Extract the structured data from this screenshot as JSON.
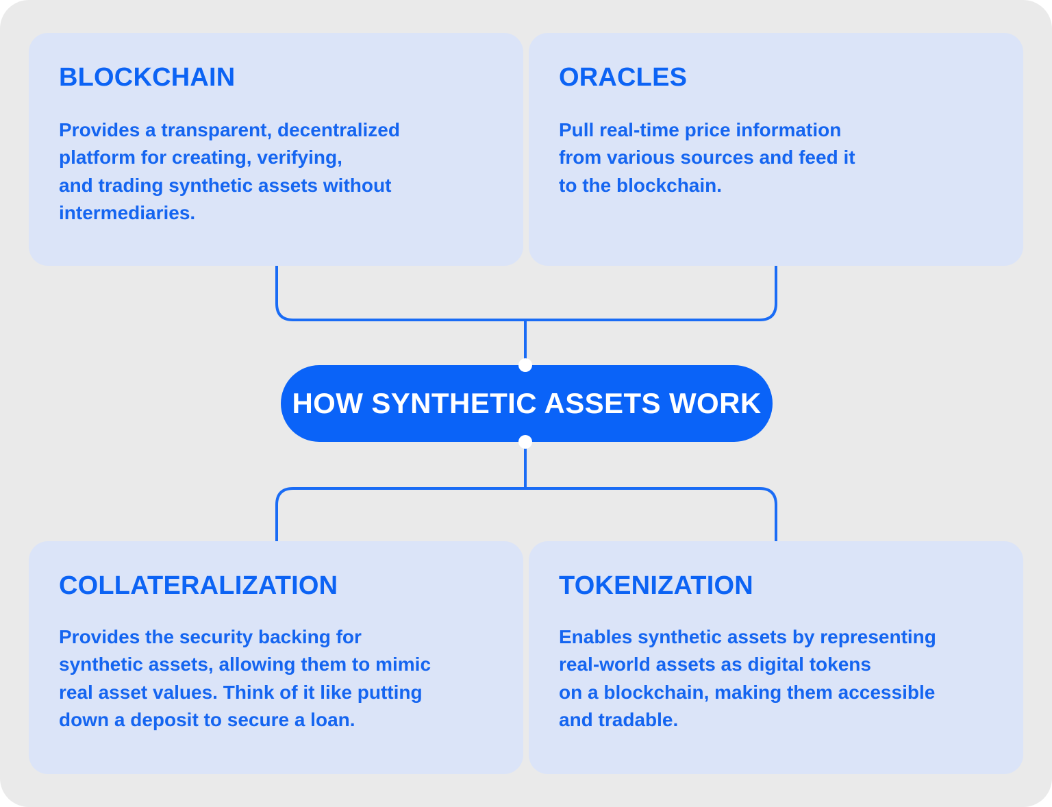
{
  "theme": {
    "page_background": "#eaeaea",
    "card_background": "#dbe4f8",
    "accent_blue": "#0a63f8",
    "title_blue": "#0c63f4",
    "body_blue": "#1565f0",
    "connector_blue": "#1a6cf5",
    "dot_fill": "#ffffff"
  },
  "center": {
    "label": "HOW SYNTHETIC ASSETS WORK"
  },
  "cards": {
    "blockchain": {
      "title": "BLOCKCHAIN",
      "body": "Provides a transparent, decentralized\nplatform for creating, verifying,\nand trading synthetic assets without\nintermediaries."
    },
    "oracles": {
      "title": "ORACLES",
      "body": "Pull real-time price information\nfrom various sources and feed it\nto the blockchain."
    },
    "collateralization": {
      "title": "COLLATERALIZATION",
      "body": "Provides the security backing for\nsynthetic assets, allowing them to mimic\nreal asset values. Think of it like putting\ndown a deposit to secure a loan."
    },
    "tokenization": {
      "title": "TOKENIZATION",
      "body": "Enables synthetic assets by representing\nreal-world assets as digital tokens\non a blockchain, making them accessible\nand tradable."
    }
  },
  "diagram": {
    "type": "hub-and-spoke",
    "hub": "HOW SYNTHETIC ASSETS WORK",
    "nodes": [
      "BLOCKCHAIN",
      "ORACLES",
      "COLLATERALIZATION",
      "TOKENIZATION"
    ],
    "edges": [
      {
        "from": "BLOCKCHAIN",
        "to": "HOW SYNTHETIC ASSETS WORK"
      },
      {
        "from": "ORACLES",
        "to": "HOW SYNTHETIC ASSETS WORK"
      },
      {
        "from": "HOW SYNTHETIC ASSETS WORK",
        "to": "COLLATERALIZATION"
      },
      {
        "from": "HOW SYNTHETIC ASSETS WORK",
        "to": "TOKENIZATION"
      }
    ]
  }
}
